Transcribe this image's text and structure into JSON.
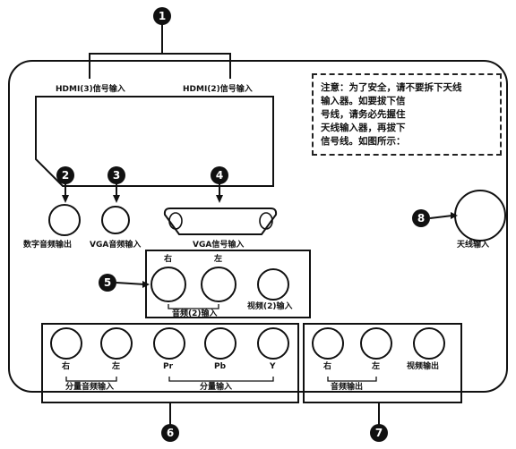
{
  "callouts": [
    "1",
    "2",
    "3",
    "4",
    "5",
    "6",
    "7",
    "8"
  ],
  "labels": {
    "hdmi3": "HDMI(3)信号输入",
    "hdmi2": "HDMI(2)信号输入",
    "digital_audio_out": "数字音频输出",
    "vga_audio_in": "VGA音频输入",
    "vga_signal_in": "VGA信号输入",
    "antenna_in": "天线输入",
    "audio2_right": "右",
    "audio2_left": "左",
    "audio2_in": "音频(2)输入",
    "video2_in": "视频(2)输入",
    "comp_audio_right": "右",
    "comp_audio_left": "左",
    "component_audio_in": "分量音频输入",
    "pr": "Pr",
    "pb": "Pb",
    "y": "Y",
    "component_in": "分量输入",
    "out_right": "右",
    "out_left": "左",
    "audio_out": "音频输出",
    "video_out": "视频输出"
  },
  "note": {
    "lines": [
      "注意：为了安全，请不要拆下天线",
      "输入器。如要拔下信",
      "号线，请务必先握住",
      "天线输入器，再拔下",
      "信号线。如图所示："
    ]
  },
  "colors": {
    "ink": "#111111",
    "paper": "#ffffff"
  }
}
